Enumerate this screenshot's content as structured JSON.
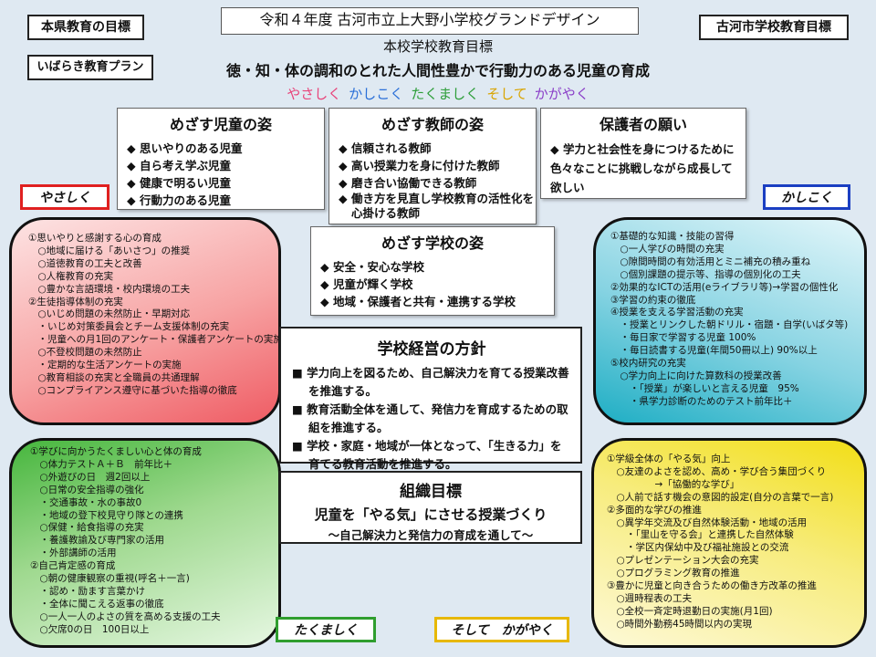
{
  "header": {
    "left_label": "本県教育の目標",
    "left_sub_label": "いばらき教育プラン",
    "title": "令和４年度 古河市立上大野小学校グランドデザイン",
    "right_label": "古河市学校教育目標",
    "school_goal_heading": "本校学校教育目標",
    "school_goal": "徳・知・体の調和のとれた人間性豊かで行動力のある児童の育成"
  },
  "motto": [
    {
      "text": "やさしく",
      "color": "#e8447a"
    },
    {
      "text": "かしこく",
      "color": "#2a6fd8"
    },
    {
      "text": "たくましく",
      "color": "#2e9e3a"
    },
    {
      "text": "そして",
      "color": "#d9a400"
    },
    {
      "text": "かがやく",
      "color": "#8a3ec8"
    }
  ],
  "aims": {
    "students": {
      "title": "めざす児童の姿",
      "items": [
        "思いやりのある児童",
        "自ら考え学ぶ児童",
        "健康で明るい児童",
        "行動力のある児童"
      ]
    },
    "teachers": {
      "title": "めざす教師の姿",
      "items": [
        "信頼される教師",
        "高い授業力を身に付けた教師",
        "磨き合い協働できる教師",
        "働き方を見直し学校教育の活性化を心掛ける教師"
      ]
    },
    "parents": {
      "title": "保護者の願い",
      "text": "◆ 学力と社会性を身につけるために 色々なことに挑戦しながら成長して欲しい"
    },
    "school": {
      "title": "めざす学校の姿",
      "items": [
        "安全・安心な学校",
        "児童が輝く学校",
        "地域・保護者と共有・連携する学校"
      ]
    }
  },
  "tags": {
    "yasashiku": "やさしく",
    "kashikoku": "かしこく",
    "takumashiku": "たくましく",
    "kagayaku": "そして　かがやく"
  },
  "bubbles": {
    "top_left": [
      "①思いやりと感謝する心の育成",
      "　○地域に届ける「あいさつ」の推奨",
      "　○道徳教育の工夫と改善",
      "　○人権教育の充実",
      "　○豊かな言語環境・校内環境の工夫",
      "②生徒指導体制の充実",
      "　○いじめ問題の未然防止・早期対応",
      "　・いじめ対策委員会とチーム支援体制の充実",
      "　・児童への月1回のアンケート・保護者アンケートの実施",
      "　○不登校問題の未然防止",
      "　・定期的な生活アンケートの実施",
      "　○教育相談の充実と全職員の共通理解",
      "　○コンプライアンス遵守に基づいた指導の徹底"
    ],
    "top_right": [
      "①基礎的な知識・技能の習得",
      "　○一人学びの時間の充実",
      "　○隙間時間の有効活用とミニ補充の積み重ね",
      "　○個別課題の提示等、指導の個別化の工夫",
      "②効果的なICTの活用(eライブラリ等)→学習の個性化",
      "③学習の約束の徹底",
      "④授業を支える学習活動の充実",
      "　・授業とリンクした朝ドリル・宿題・自学(いばタ等)",
      "　・毎日家で学習する児童 100%",
      "　・毎日読書する児童(年間50冊以上) 90%以上",
      "⑤校内研究の充実",
      "　○学力向上に向けた算数科の授業改善",
      "　　・「授業」が楽しいと言える児童　95%",
      "　　・県学力診断のためのテスト前年比＋"
    ],
    "bottom_left": [
      "①学びに向かうたくましい心と体の育成",
      "　○体力テストＡ＋Ｂ　前年比＋",
      "　○外遊びの日　週2回以上",
      "　○日常の安全指導の強化",
      "　・交通事故・水の事故0",
      "　・地域の登下校見守り隊との連携",
      "　○保健・給食指導の充実",
      "　・養護教諭及び専門家の活用",
      "　・外部講師の活用",
      "②自己肯定感の育成",
      "　○朝の健康観察の重視(呼名＋一言)",
      "　・認め・励ます言葉かけ",
      "　・全体に聞こえる返事の徹底",
      "　○一人一人のよさの質を高める支援の工夫",
      "　○欠席0の日　100日以上"
    ],
    "bottom_right": [
      "①学級全体の「やる気」向上",
      "　○友達のよさを認め、高め・学び合う集団づくり",
      "　　　　　→「協働的な学び」",
      "　○人前で話す機会の意図的設定(自分の言葉で一言)",
      "②多面的な学びの推進",
      "　○異学年交流及び自然体験活動・地域の活用",
      "　　・「里山を守る会」と連携した自然体験",
      "　　・学区内保幼中及び福祉施設との交流",
      "　○プレゼンテーション大会の充実",
      "　○プログラミング教育の推進",
      "③豊かに児童と向き合うための働き方改革の推進",
      "　○週時程表の工夫",
      "　○全校一斉定時退勤日の実施(月1回)",
      "　○時間外勤務45時間以内の実現"
    ]
  },
  "policy": {
    "title": "学校経営の方針",
    "items": [
      "学力向上を図るため、自己解決力を育てる授業改善を推進する。",
      "教育活動全体を通して、発信力を育成するための取組を推進する。",
      "学校・家庭・地域が一体となって、「生きる力」を育てる教育活動を推進する。"
    ]
  },
  "org": {
    "title": "組織目標",
    "main": "児童を「やる気」にさせる授業づくり",
    "sub": "～自己解決力と発信力の育成を通して～"
  },
  "colors": {
    "pink": "#f06b72",
    "teal": "#2bb3c6",
    "green": "#49b843",
    "yellow": "#f4e21f",
    "tag_red": "#e02020",
    "tag_blue": "#1b3fc2",
    "tag_green": "#2f9e2f",
    "tag_yellow": "#e7b800"
  }
}
